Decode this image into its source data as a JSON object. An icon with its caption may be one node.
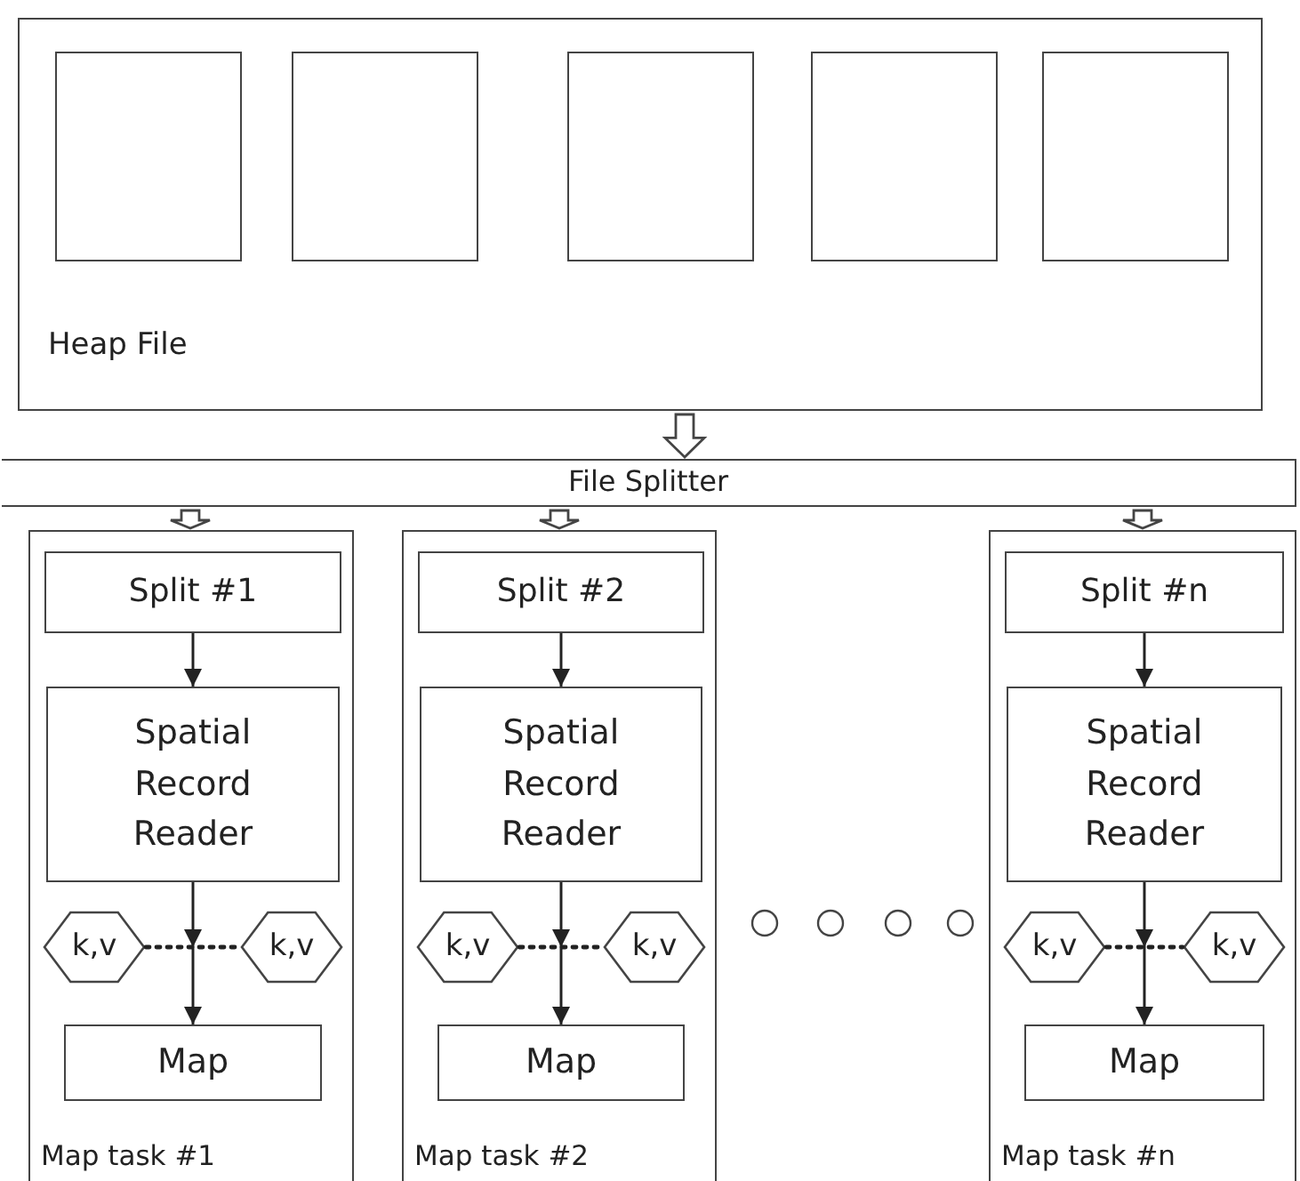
{
  "diagram": {
    "nodes": [
      {
        "text": [
          "Heap File"
        ]
      },
      {
        "text": [],
        "shape": "box",
        "in": 0
      },
      {
        "text": [],
        "shape": "box",
        "in": 0
      },
      {
        "text": [],
        "shape": "box",
        "in": 0
      },
      {
        "text": [],
        "shape": "box",
        "in": 0
      },
      {
        "text": [],
        "shape": "box",
        "in": 0
      },
      {
        "text": [
          "File Splitter"
        ]
      },
      {
        "text": [
          "Map task #1"
        ]
      },
      {
        "text": [
          "Split #1"
        ],
        "in": 7
      },
      {
        "text": [
          "Spatial Record Reader"
        ],
        "in": 7
      },
      {
        "text": [
          "k,v"
        ],
        "in": 7
      },
      {
        "text": [
          "k,v"
        ],
        "in": 7
      },
      {
        "text": [
          "Map"
        ],
        "in": 7
      },
      {
        "text": [
          "Map task #2"
        ]
      },
      {
        "text": [
          "Split #2"
        ],
        "in": 13
      },
      {
        "text": [
          "Spatial Record Reader"
        ],
        "in": 13
      },
      {
        "text": [
          "k,v"
        ],
        "in": 13
      },
      {
        "text": [
          "k,v"
        ],
        "in": 13
      },
      {
        "text": [
          "Map"
        ],
        "in": 13
      },
      {
        "text": [
          "Map task #n"
        ]
      },
      {
        "text": [
          "Split #n"
        ],
        "in": 19
      },
      {
        "text": [
          "Spatial Record Reader"
        ],
        "in": 19
      },
      {
        "text": [
          "k,v"
        ],
        "in": 19
      },
      {
        "text": [
          "k,v"
        ],
        "in": 19
      },
      {
        "text": [
          "Map"
        ],
        "in": 19
      }
    ],
    "edges": [
      {
        "from": 0,
        "to": 6,
        "arrow": "to",
        "style": "thick"
      },
      {
        "from": 6,
        "to": 7,
        "arrow": "to",
        "style": "thick"
      },
      {
        "from": 6,
        "to": 13,
        "arrow": "to",
        "style": "thick"
      },
      {
        "from": 6,
        "to": 19,
        "arrow": "to",
        "style": "thick"
      },
      {
        "from": 8,
        "to": 9,
        "arrow": "to"
      },
      {
        "from": 9,
        "to": 12,
        "arrow": "to"
      },
      {
        "from": 10,
        "to": 11,
        "arrow": "none",
        "style": "dashed"
      },
      {
        "from": 14,
        "to": 15,
        "arrow": "to"
      },
      {
        "from": 15,
        "to": 18,
        "arrow": "to"
      },
      {
        "from": 16,
        "to": 17,
        "arrow": "none",
        "style": "dashed"
      },
      {
        "from": 20,
        "to": 21,
        "arrow": "to"
      },
      {
        "from": 21,
        "to": 24,
        "arrow": "to"
      },
      {
        "from": 22,
        "to": 23,
        "arrow": "none",
        "style": "dashed"
      }
    ]
  }
}
